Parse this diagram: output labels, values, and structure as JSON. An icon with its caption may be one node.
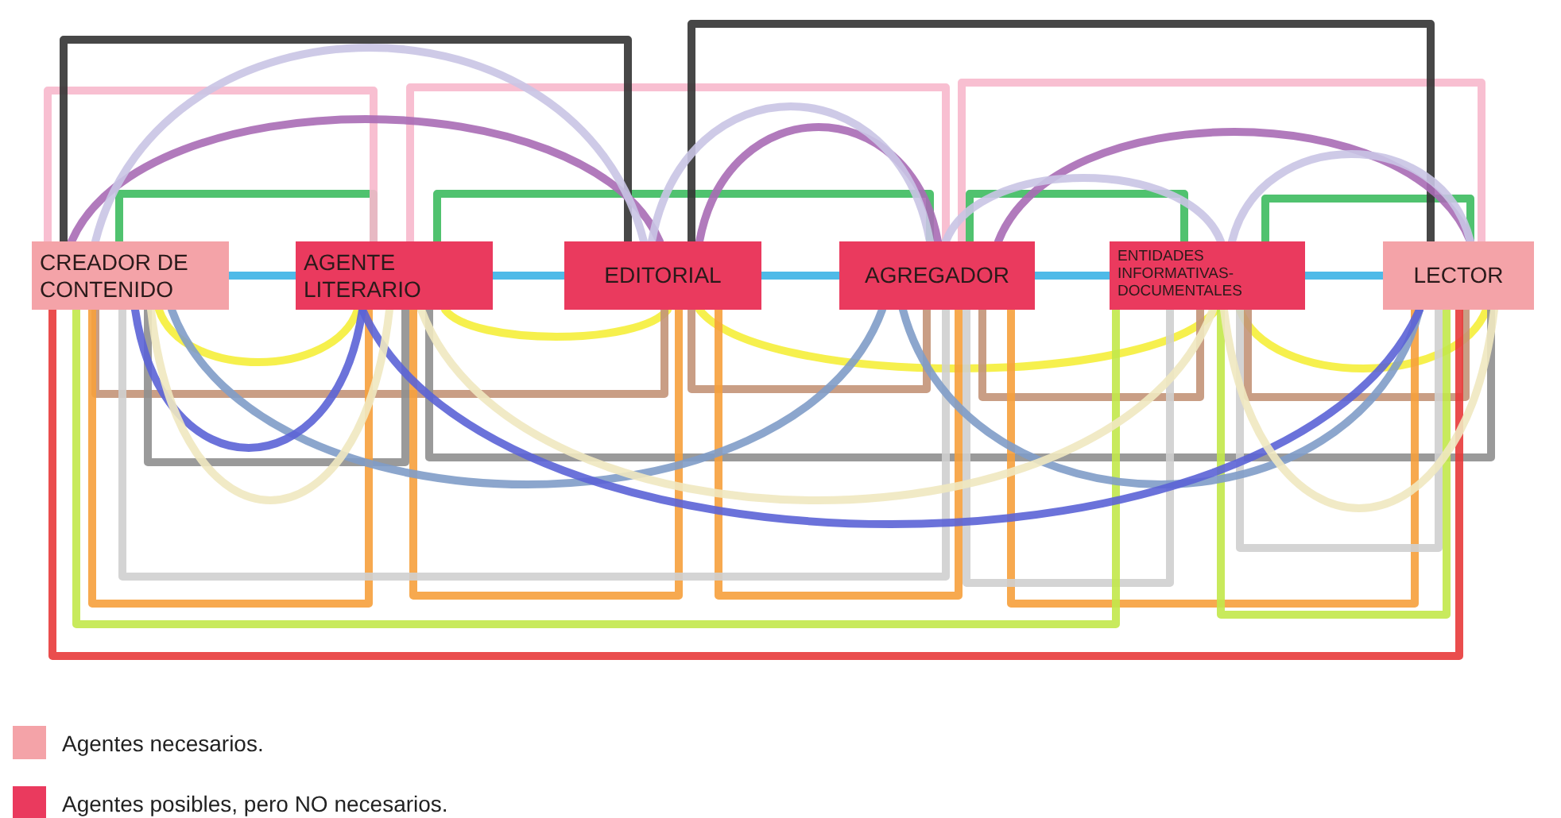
{
  "diagram": {
    "nodes": [
      {
        "text": [
          "CREADOR DE CONTENIDO"
        ]
      },
      {
        "text": [
          "AGENTE LITERARIO"
        ]
      },
      {
        "text": [
          "EDITORIAL"
        ]
      },
      {
        "text": [
          "AGREGADOR"
        ]
      },
      {
        "text": [
          "ENTIDADES INFORMATIVAS-DOCUMENTALES"
        ]
      },
      {
        "text": [
          "LECTOR"
        ]
      }
    ],
    "edges": [
      {
        "from": 0,
        "to": 1,
        "arrow": "none",
        "color": "#3bb3e6"
      },
      {
        "from": 1,
        "to": 2,
        "arrow": "none",
        "color": "#3bb3e6"
      },
      {
        "from": 2,
        "to": 3,
        "arrow": "none",
        "color": "#3bb3e6"
      },
      {
        "from": 3,
        "to": 4,
        "arrow": "none",
        "color": "#3bb3e6"
      },
      {
        "from": 4,
        "to": 5,
        "arrow": "none",
        "color": "#3bb3e6"
      },
      {
        "from": 0,
        "to": 1,
        "arrow": "none",
        "color": "#3dbb5f"
      },
      {
        "from": 1,
        "to": 3,
        "arrow": "none",
        "color": "#3dbb5f"
      },
      {
        "from": 3,
        "to": 4,
        "arrow": "none",
        "color": "#3dbb5f"
      },
      {
        "from": 4,
        "to": 5,
        "arrow": "none",
        "color": "#3dbb5f"
      },
      {
        "from": 0,
        "to": 1,
        "arrow": "none",
        "color": "#f7b8cc"
      },
      {
        "from": 1,
        "to": 3,
        "arrow": "none",
        "color": "#f7b8cc"
      },
      {
        "from": 3,
        "to": 5,
        "arrow": "none",
        "color": "#f7b8cc"
      },
      {
        "from": 0,
        "to": 2,
        "arrow": "none",
        "color": "#333333"
      },
      {
        "from": 2,
        "to": 5,
        "arrow": "none",
        "color": "#333333"
      },
      {
        "from": 0,
        "to": 2,
        "arrow": "none",
        "color": "#a86bb5"
      },
      {
        "from": 2,
        "to": 3,
        "arrow": "none",
        "color": "#a86bb5"
      },
      {
        "from": 3,
        "to": 5,
        "arrow": "none",
        "color": "#a86bb5"
      },
      {
        "from": 0,
        "to": 2,
        "arrow": "none",
        "color": "#c9c4e4"
      },
      {
        "from": 2,
        "to": 3,
        "arrow": "none",
        "color": "#c9c4e4"
      },
      {
        "from": 3,
        "to": 4,
        "arrow": "none",
        "color": "#c9c4e4"
      },
      {
        "from": 4,
        "to": 5,
        "arrow": "none",
        "color": "#c9c4e4"
      },
      {
        "from": 0,
        "to": 1,
        "arrow": "none",
        "color": "#f5ee3a"
      },
      {
        "from": 1,
        "to": 2,
        "arrow": "none",
        "color": "#f5ee3a"
      },
      {
        "from": 2,
        "to": 4,
        "arrow": "none",
        "color": "#f5ee3a"
      },
      {
        "from": 4,
        "to": 5,
        "arrow": "none",
        "color": "#f5ee3a"
      },
      {
        "from": 0,
        "to": 2,
        "arrow": "none",
        "color": "#c39478"
      },
      {
        "from": 2,
        "to": 3,
        "arrow": "none",
        "color": "#c39478"
      },
      {
        "from": 3,
        "to": 4,
        "arrow": "none",
        "color": "#c39478"
      },
      {
        "from": 4,
        "to": 5,
        "arrow": "none",
        "color": "#c39478"
      },
      {
        "from": 0,
        "to": 1,
        "arrow": "none",
        "color": "#8f8f8f"
      },
      {
        "from": 1,
        "to": 5,
        "arrow": "none",
        "color": "#8f8f8f"
      },
      {
        "from": 0,
        "to": 1,
        "arrow": "none",
        "color": "#f6a03c"
      },
      {
        "from": 1,
        "to": 2,
        "arrow": "none",
        "color": "#f6a03c"
      },
      {
        "from": 2,
        "to": 3,
        "arrow": "none",
        "color": "#f6a03c"
      },
      {
        "from": 3,
        "to": 5,
        "arrow": "none",
        "color": "#f6a03c"
      },
      {
        "from": 0,
        "to": 3,
        "arrow": "none",
        "color": "#cfcfcf"
      },
      {
        "from": 3,
        "to": 4,
        "arrow": "none",
        "color": "#cfcfcf"
      },
      {
        "from": 4,
        "to": 5,
        "arrow": "none",
        "color": "#cfcfcf"
      },
      {
        "from": 0,
        "to": 4,
        "arrow": "none",
        "color": "#c2e84a"
      },
      {
        "from": 4,
        "to": 5,
        "arrow": "none",
        "color": "#c2e84a"
      },
      {
        "from": 0,
        "to": 5,
        "arrow": "none",
        "color": "#e83a3a"
      },
      {
        "from": 0,
        "to": 3,
        "arrow": "none",
        "color": "#7f9cc8"
      },
      {
        "from": 3,
        "to": 5,
        "arrow": "none",
        "color": "#7f9cc8"
      },
      {
        "from": 0,
        "to": 1,
        "arrow": "none",
        "color": "#5b63d6"
      },
      {
        "from": 1,
        "to": 5,
        "arrow": "none",
        "color": "#5b63d6"
      },
      {
        "from": 0,
        "to": 1,
        "arrow": "none",
        "color": "#efe8c0"
      },
      {
        "from": 1,
        "to": 4,
        "arrow": "none",
        "color": "#efe8c0"
      },
      {
        "from": 4,
        "to": 5,
        "arrow": "none",
        "color": "#efe8c0"
      }
    ],
    "legend": [
      {
        "text": "Agentes necesarios.",
        "color": "#f4a3a8"
      },
      {
        "text": "Agentes posibles, pero NO necesarios.",
        "color": "#ea3a5e"
      }
    ]
  }
}
